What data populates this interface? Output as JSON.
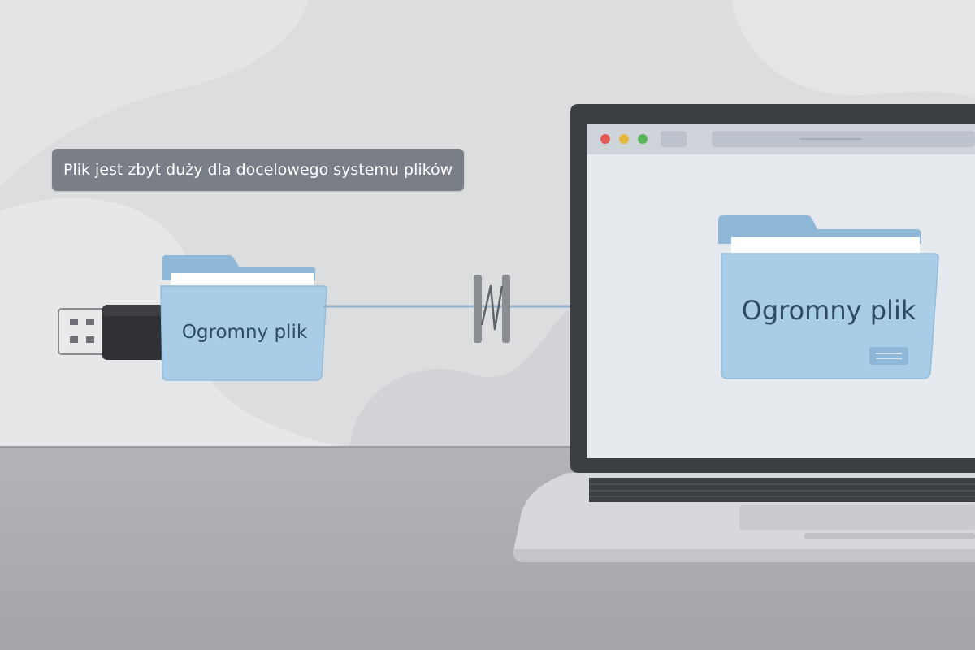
{
  "error_tooltip": {
    "text": "Plik jest zbyt duży dla docelowego systemu plików"
  },
  "source_folder": {
    "label": "Ogromny plik"
  },
  "target_folder": {
    "label": "Ogromny plik"
  },
  "colors": {
    "background_wall": "#dcdddf",
    "background_desk": "#a7a9ad",
    "folder_blue": "#a9cde6",
    "folder_blue_dark": "#8fb8d8",
    "arrow_blue": "#8fb3cf",
    "laptop_frame": "#3b3e43",
    "laptop_body": "#d6d8db",
    "screen_bg": "#e6e9ee",
    "tooltip_bg": "#7a7e86",
    "folder_text": "#2c4a63",
    "traffic_red": "#e35a55",
    "traffic_yellow": "#e6b83a",
    "traffic_green": "#59b45a"
  },
  "icons": {
    "usb": "usb-drive-icon",
    "source_folder": "folder-icon",
    "target_folder": "folder-icon",
    "transfer": "arrow-right-icon",
    "barrier": "broken-transfer-icon",
    "laptop": "laptop-icon"
  }
}
